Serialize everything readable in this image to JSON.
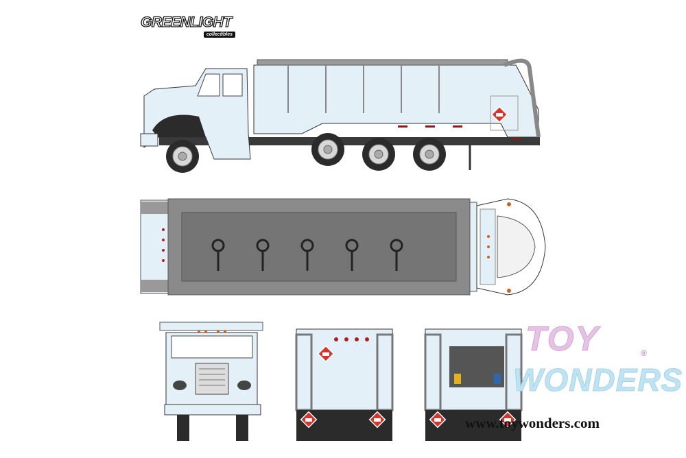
{
  "brand_logo": {
    "name": "GREENLIGHT",
    "sub": "collectibles"
  },
  "watermark": {
    "line1": "TOY",
    "line2": "WONDERS",
    "registered": "®"
  },
  "website": "www.toywonders.com",
  "colors": {
    "body": "#e4f0f8",
    "outline": "#333333",
    "tire": "#2b2b2b",
    "frame": "#3a3a3a",
    "red_light": "#b01c1c",
    "placard": "#d9342b",
    "grate": "#8a8a8a"
  }
}
